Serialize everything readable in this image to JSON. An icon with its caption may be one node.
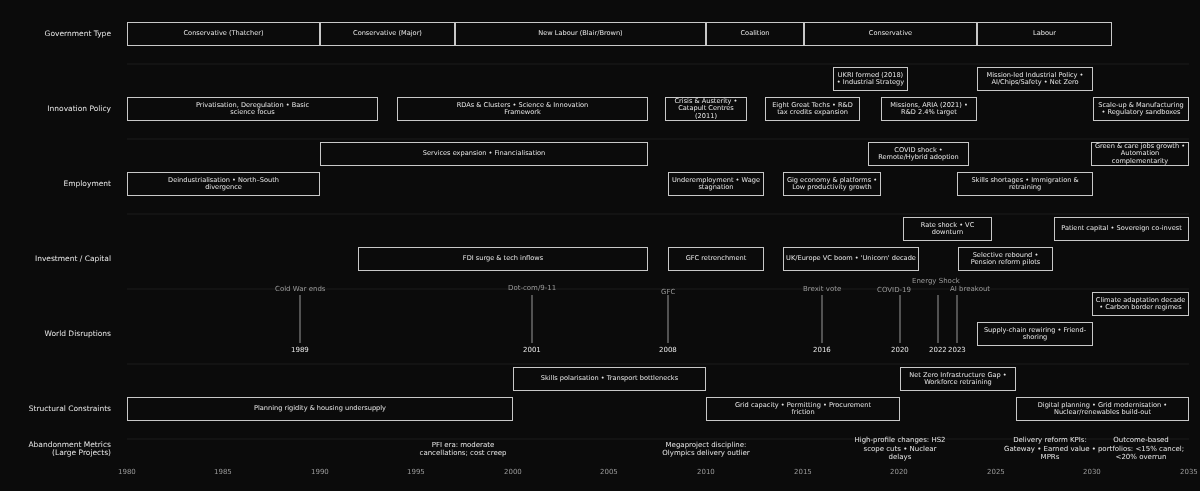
{
  "diagram": {
    "nodes": [
      {
        "text": [
          "Conservative (Thatcher)"
        ]
      },
      {
        "text": [
          "Conservative (Major)"
        ]
      },
      {
        "text": [
          "New Labour (Blair/Brown)"
        ]
      },
      {
        "text": [
          "Coalition"
        ]
      },
      {
        "text": [
          "Conservative"
        ]
      },
      {
        "text": [
          "Labour"
        ]
      },
      {
        "text": [
          "UKRI formed (2018) • Industrial Strategy"
        ]
      },
      {
        "text": [
          "Mission-led Industrial Policy • AI/Chips/Safety • Net Zero"
        ]
      },
      {
        "text": [
          "Privatisation, Deregulation • Basic science focus"
        ]
      },
      {
        "text": [
          "RDAs & Clusters • Science & Innovation Framework"
        ]
      },
      {
        "text": [
          "Crisis & Austerity • Catapult Centres (2011)"
        ]
      },
      {
        "text": [
          "Eight Great Techs • R&D tax credits expansion"
        ]
      },
      {
        "text": [
          "Missions, ARIA (2021) • R&D 2.4% target"
        ]
      },
      {
        "text": [
          "Scale-up & Manufacturing • Regulatory sandboxes"
        ]
      },
      {
        "text": [
          "Services expansion • Financialisation"
        ]
      },
      {
        "text": [
          "COVID shock • Remote/Hybrid adoption"
        ]
      },
      {
        "text": [
          "Green & care jobs growth • Automation complementarity"
        ]
      },
      {
        "text": [
          "Deindustrialisation • North–South divergence"
        ]
      },
      {
        "text": [
          "Underemployment • Wage stagnation"
        ]
      },
      {
        "text": [
          "Gig economy & platforms • Low productivity growth"
        ]
      },
      {
        "text": [
          "Skills shortages • Immigration & retraining"
        ]
      },
      {
        "text": [
          "Rate shock • VC downturn"
        ]
      },
      {
        "text": [
          "Patient capital • Sovereign co-invest"
        ]
      },
      {
        "text": [
          "FDI surge & tech inflows"
        ]
      },
      {
        "text": [
          "GFC retrenchment"
        ]
      },
      {
        "text": [
          "UK/Europe VC boom • 'Unicorn' decade"
        ]
      },
      {
        "text": [
          "Selective rebound • Pension reform pilots"
        ]
      },
      {
        "text": [
          "Climate adaptation decade • Carbon border regimes"
        ]
      },
      {
        "text": [
          "Supply-chain rewiring • Friend-shoring"
        ]
      },
      {
        "text": [
          "Skills polarisation • Transport bottlenecks"
        ]
      },
      {
        "text": [
          "Net Zero Infrastructure Gap • Workforce retraining"
        ]
      },
      {
        "text": [
          "Planning rigidity & housing undersupply"
        ]
      },
      {
        "text": [
          "Grid capacity • Permitting • Procurement friction"
        ]
      },
      {
        "text": [
          "Digital planning • Grid modernisation • Nuclear/renewables build-out"
        ]
      }
    ],
    "labels": [
      "Government Type",
      "Innovation Policy",
      "Employment",
      "Investment / Capital",
      "Cold War ends",
      "Dot-com/9-11",
      "GFC",
      "Brexit vote",
      "COVID-19",
      "Energy Shock",
      "AI breakout",
      "World Disruptions",
      "1989",
      "2001",
      "2008",
      "2016",
      "2020",
      "2022",
      "2023",
      "Structural Constraints",
      "Abandonment Metrics (Large Projects)",
      "PFI era: moderate cancellations; cost creep",
      "Megaproject discipline: Olympics delivery outlier",
      "High-profile changes: HS2 scope cuts • Nuclear delays",
      "Delivery reform KPIs: Gateway • Earned value • MPRs",
      "Outcome-based portfolios: <15% cancel; <20% overrun",
      "1980",
      "1985",
      "1990",
      "1995",
      "2000",
      "2005",
      "2010",
      "2015",
      "2020",
      "2025",
      "2030",
      "2035"
    ]
  }
}
